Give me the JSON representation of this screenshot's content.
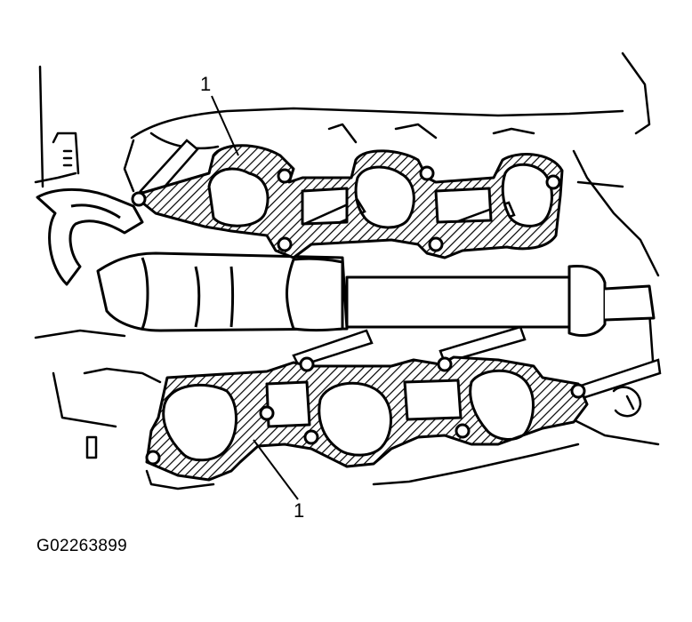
{
  "diagram": {
    "callouts": [
      {
        "id": "top-gasket",
        "label": "1"
      },
      {
        "id": "bottom-gasket",
        "label": "1"
      }
    ],
    "figure_id": "G02263899",
    "colors": {
      "ink": "#000000",
      "paper": "#ffffff"
    }
  }
}
